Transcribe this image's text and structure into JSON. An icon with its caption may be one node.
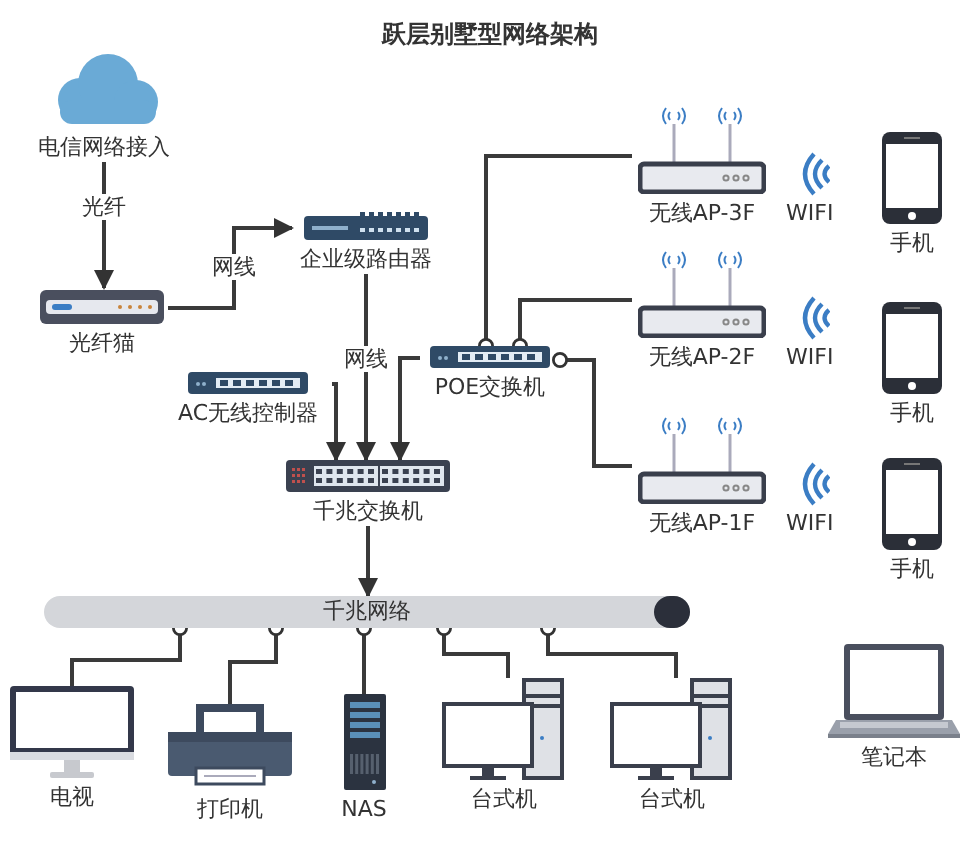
{
  "diagram": {
    "title": "跃层别墅型网络架构",
    "nodes": [
      {
        "text": [
          "电信网络接入"
        ]
      },
      {
        "text": [
          "光纤猫"
        ]
      },
      {
        "text": [
          "企业级路由器"
        ]
      },
      {
        "text": [
          "AC无线控制器"
        ]
      },
      {
        "text": [
          "POE交换机"
        ]
      },
      {
        "text": [
          "千兆交换机"
        ]
      },
      {
        "text": [
          "无线AP-3F"
        ]
      },
      {
        "text": [
          "无线AP-2F"
        ]
      },
      {
        "text": [
          "无线AP-1F"
        ]
      },
      {
        "text": [
          "千兆网络"
        ]
      },
      {
        "text": [
          "电视"
        ]
      },
      {
        "text": [
          "打印机"
        ]
      },
      {
        "text": [
          "NAS"
        ]
      },
      {
        "text": [
          "台式机"
        ]
      },
      {
        "text": [
          "台式机"
        ]
      },
      {
        "text": [
          "手机"
        ]
      },
      {
        "text": [
          "手机"
        ]
      },
      {
        "text": [
          "手机"
        ]
      },
      {
        "text": [
          "笔记本"
        ]
      }
    ],
    "edges": [
      {
        "from": 0,
        "to": 1,
        "arrow": "to",
        "label": "光纤"
      },
      {
        "from": 1,
        "to": 2,
        "arrow": "to",
        "label": "网线"
      },
      {
        "from": 2,
        "to": 5,
        "arrow": "to",
        "label": "网线"
      },
      {
        "from": 3,
        "to": 5,
        "arrow": "to"
      },
      {
        "from": 4,
        "to": 5,
        "arrow": "to"
      },
      {
        "from": 4,
        "to": 6,
        "arrow": "other"
      },
      {
        "from": 4,
        "to": 7,
        "arrow": "other"
      },
      {
        "from": 4,
        "to": 8,
        "arrow": "other"
      },
      {
        "from": 5,
        "to": 9,
        "arrow": "to"
      },
      {
        "from": 9,
        "to": 10,
        "arrow": "other"
      },
      {
        "from": 9,
        "to": 11,
        "arrow": "other"
      },
      {
        "from": 9,
        "to": 12,
        "arrow": "other"
      },
      {
        "from": 9,
        "to": 13,
        "arrow": "other"
      },
      {
        "from": 9,
        "to": 14,
        "arrow": "other"
      }
    ],
    "labels": [
      "WIFI",
      "WIFI",
      "WIFI"
    ]
  }
}
